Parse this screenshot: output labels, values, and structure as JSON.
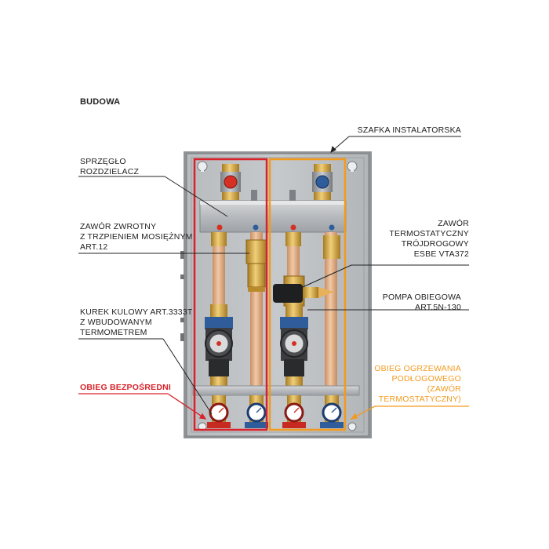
{
  "title": "BUDOWA",
  "labels": {
    "cabinet": [
      "SZAFKA INSTALATORSKA"
    ],
    "coupling": [
      "SPRZĘGŁO",
      "ROZDZIELACZ"
    ],
    "check_valve": [
      "ZAWÓR ZWROTNY",
      "Z TRZPIENIEM MOSIĘŻNYM",
      "ART.12"
    ],
    "ball_valve": [
      "KUREK KULOWY ART.3333T",
      "Z WBUDOWANYM",
      "TERMOMETREM"
    ],
    "direct_circuit": [
      "OBIEG BEZPOŚREDNI"
    ],
    "three_way_valve": [
      "ZAWÓR",
      "TERMOSTATYCZNY",
      "TRÓJDROGOWY",
      "ESBE VTA372"
    ],
    "pump": [
      "POMPA OBIEGOWA",
      "ART.5N-130"
    ],
    "floor_circuit": [
      "OBIEG OGRZEWANIA",
      "PODŁOGOWEGO",
      "(ZAWÓR",
      "TERMOSTATYCZNY)"
    ]
  },
  "colors": {
    "direct_circuit": "#d9222a",
    "floor_circuit": "#f39a1e",
    "cabinet": "#a9acaf",
    "copper": "#e7b48b",
    "brass": "#d2a445",
    "pump_blue": "#2f5d9b"
  },
  "icons": [
    "thermometer-icon",
    "pump-icon",
    "ball-valve-icon"
  ]
}
